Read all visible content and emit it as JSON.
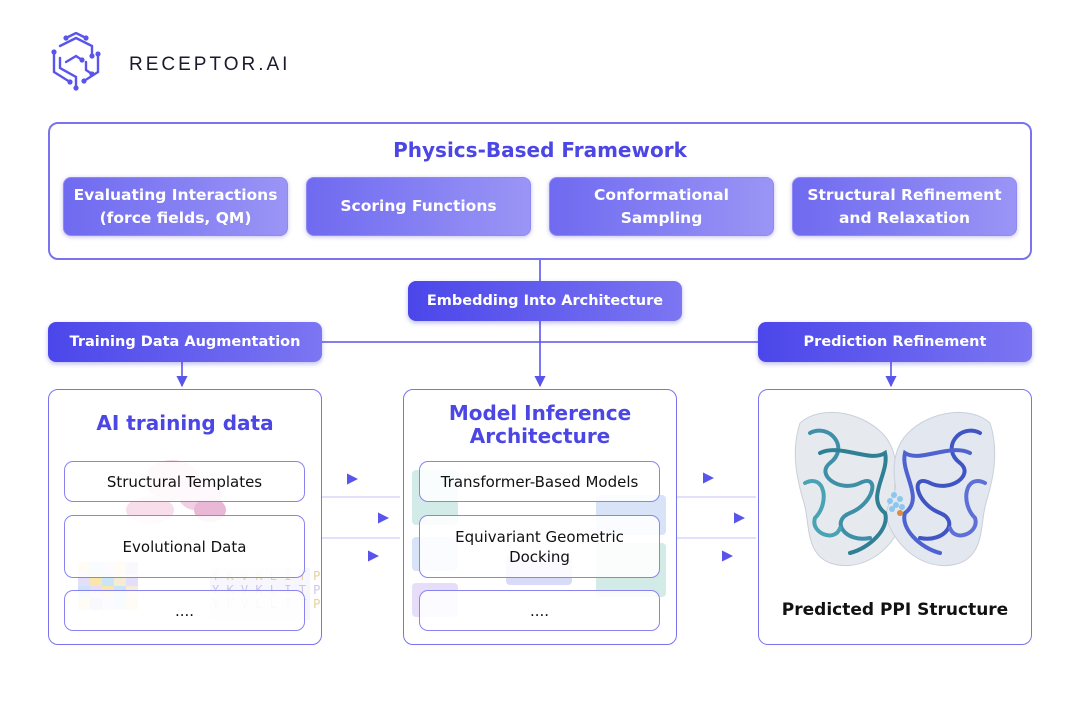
{
  "brand": {
    "name": "RECEPTOR.AI"
  },
  "framework": {
    "title": "Physics-Based Framework",
    "chips": [
      {
        "line1": "Evaluating Interactions",
        "line2": "(force fields, QM)"
      },
      {
        "line1": "Scoring Functions",
        "line2": ""
      },
      {
        "line1": "Conformational",
        "line2": "Sampling"
      },
      {
        "line1": "Structural Refinement",
        "line2": "and Relaxation"
      }
    ]
  },
  "connectors": {
    "embedding": "Embedding Into Architecture",
    "training_aug": "Training Data Augmentation",
    "prediction_ref": "Prediction Refinement"
  },
  "training_panel": {
    "title": "AI training data",
    "items": [
      "Structural Templates",
      "Evolutional Data",
      "...."
    ]
  },
  "model_panel": {
    "title_line1": "Model Inference",
    "title_line2": "Architecture",
    "items": [
      "Transformer-Based Models",
      "Equivariant Geometric",
      "Docking",
      "...."
    ]
  },
  "output_panel": {
    "caption": "Predicted PPI Structure"
  },
  "colors": {
    "accent": "#4b46e4",
    "border": "#7a73f0",
    "chip_start": "#6f6af0",
    "chip_end": "#9a95f5"
  }
}
